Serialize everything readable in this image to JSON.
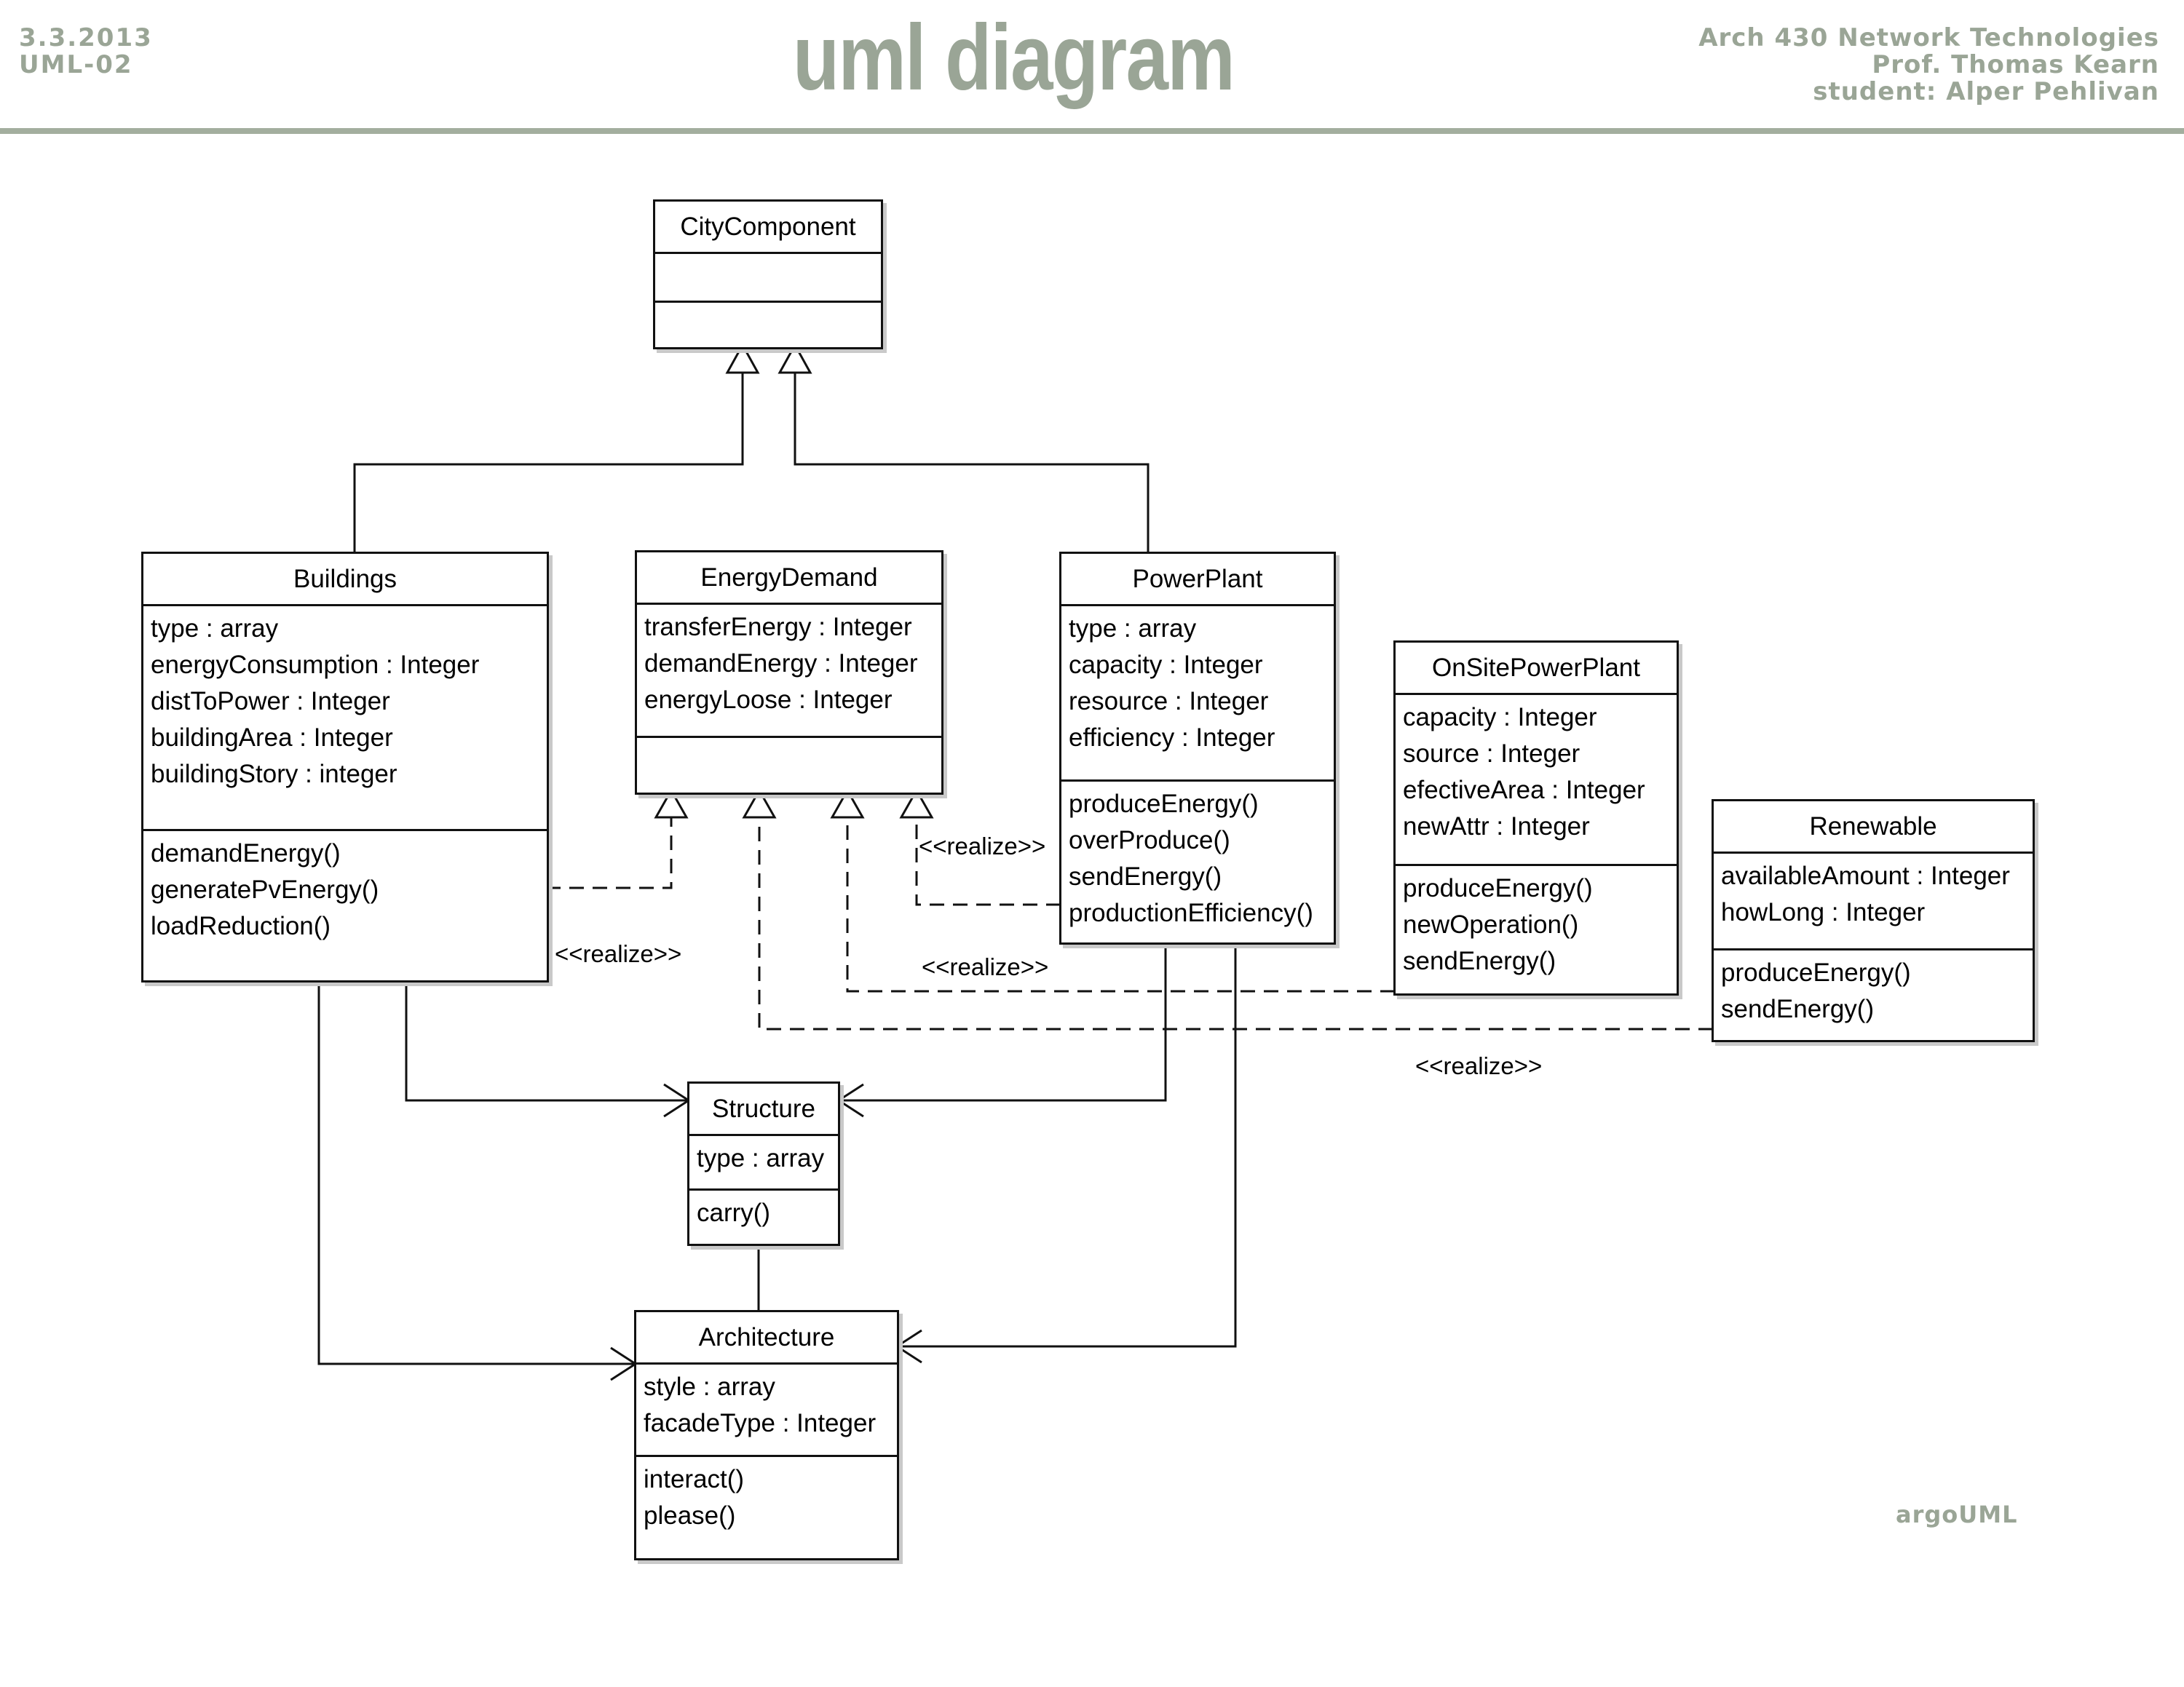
{
  "header": {
    "date": "3.3.2013",
    "code": "UML-02",
    "title": "uml diagram",
    "course": "Arch 430 Network Technologies",
    "professor": "Prof. Thomas Kearn",
    "student": "student: Alper Pehlivan"
  },
  "tool": "argoUML",
  "classes": {
    "citycomponent": {
      "name": "CityComponent",
      "attributes": [],
      "operations": []
    },
    "buildings": {
      "name": "Buildings",
      "attributes": [
        "type : array",
        "energyConsumption : Integer",
        "distToPower : Integer",
        "buildingArea : Integer",
        "buildingStory : integer"
      ],
      "operations": [
        "demandEnergy()",
        "generatePvEnergy()",
        "loadReduction()"
      ]
    },
    "energydemand": {
      "name": "EnergyDemand",
      "attributes": [
        "transferEnergy : Integer",
        "demandEnergy : Integer",
        "energyLoose : Integer"
      ],
      "operations": []
    },
    "powerplant": {
      "name": "PowerPlant",
      "attributes": [
        "type : array",
        "capacity : Integer",
        "resource : Integer",
        "efficiency : Integer"
      ],
      "operations": [
        "produceEnergy()",
        "overProduce()",
        "sendEnergy()",
        "productionEfficiency()"
      ]
    },
    "onsitepowerplant": {
      "name": "OnSitePowerPlant",
      "attributes": [
        "capacity : Integer",
        "source : Integer",
        "efectiveArea : Integer",
        "newAttr : Integer"
      ],
      "operations": [
        "produceEnergy()",
        "newOperation()",
        "sendEnergy()"
      ]
    },
    "renewable": {
      "name": "Renewable",
      "attributes": [
        "availableAmount : Integer",
        "howLong : Integer"
      ],
      "operations": [
        "produceEnergy()",
        "sendEnergy()"
      ]
    },
    "structure": {
      "name": "Structure",
      "attributes": [
        "type : array"
      ],
      "operations": [
        "carry()"
      ]
    },
    "architecture": {
      "name": "Architecture",
      "attributes": [
        "style : array",
        "facadeType : Integer"
      ],
      "operations": [
        "interact()",
        "please()"
      ]
    }
  },
  "relations": {
    "realize_buildings": "<<realize>>",
    "realize_powerplant": "<<realize>>",
    "realize_onsite": "<<realize>>",
    "realize_renewable": "<<realize>>"
  }
}
